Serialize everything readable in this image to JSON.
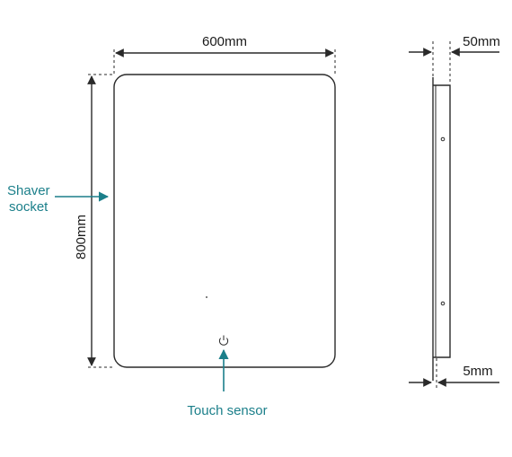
{
  "dimensions": {
    "width": "600mm",
    "height": "800mm",
    "depth": "50mm",
    "frame_offset": "5mm"
  },
  "callouts": {
    "shaver_socket_line1": "Shaver",
    "shaver_socket_line2": "socket",
    "touch_sensor": "Touch sensor"
  },
  "colors": {
    "line": "#2a2a2a",
    "callout": "#1b7f8a"
  },
  "icons": {
    "touch_sensor": "power-icon"
  }
}
